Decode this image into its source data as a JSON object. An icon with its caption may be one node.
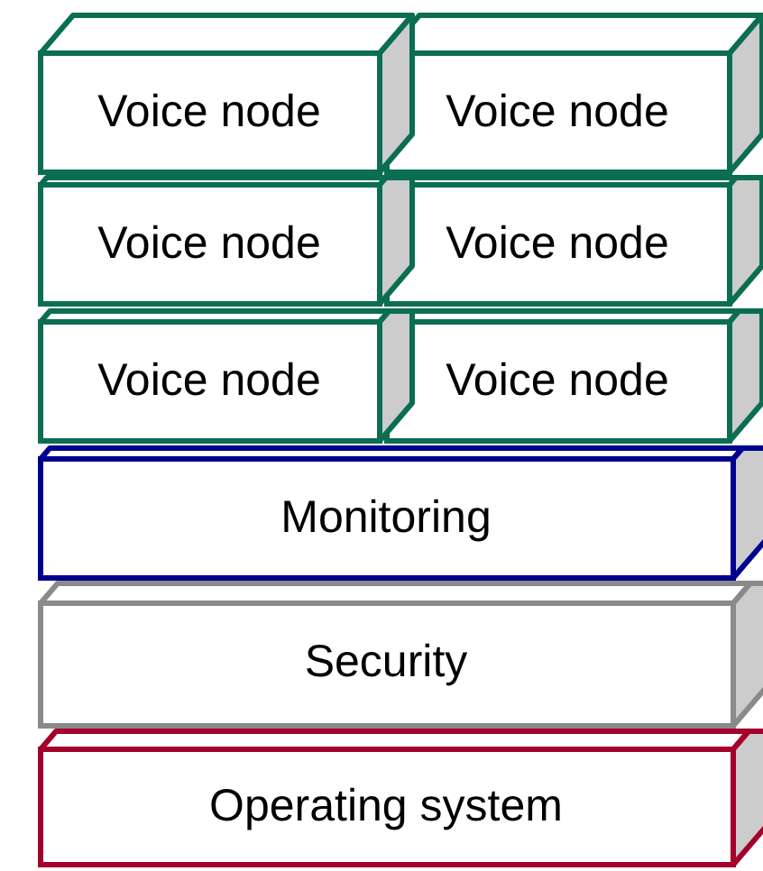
{
  "diagram": {
    "nodes": [
      {
        "text": [
          "Voice node"
        ]
      },
      {
        "text": [
          "Voice node"
        ]
      },
      {
        "text": [
          "Voice node"
        ]
      },
      {
        "text": [
          "Voice node"
        ]
      },
      {
        "text": [
          "Voice node"
        ]
      },
      {
        "text": [
          "Voice node"
        ]
      },
      {
        "text": [
          "Monitoring"
        ]
      },
      {
        "text": [
          "Security"
        ]
      },
      {
        "text": [
          "Operating system"
        ]
      }
    ]
  }
}
